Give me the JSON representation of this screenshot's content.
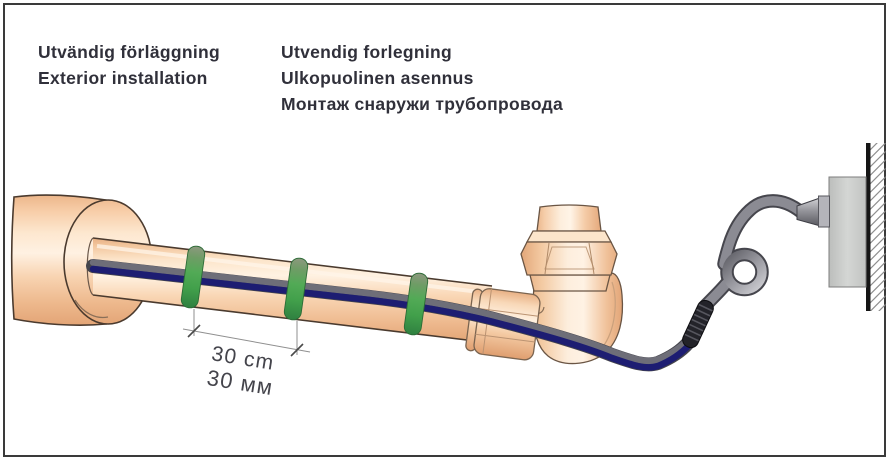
{
  "header": {
    "swedish": "Utvändig förläggning",
    "english": "Exterior installation",
    "norwegian": "Utvendig forlegning",
    "finnish": "Ulkopuolinen asennus",
    "russian": "Монтаж снаружи трубопровода"
  },
  "dimension": {
    "label_cm": "30 cm",
    "label_mm": "30 мм"
  },
  "colors": {
    "pipe_copper": "#f7cfab",
    "fixing_tape_green": "#46a44e",
    "heating_cable_navy": "#1d1d72",
    "supply_cable_gray": "#8b8b93",
    "splice_sleeve_black": "#232329",
    "junction_box_gray": "#cdcfcd",
    "wall_line": "#151515"
  }
}
